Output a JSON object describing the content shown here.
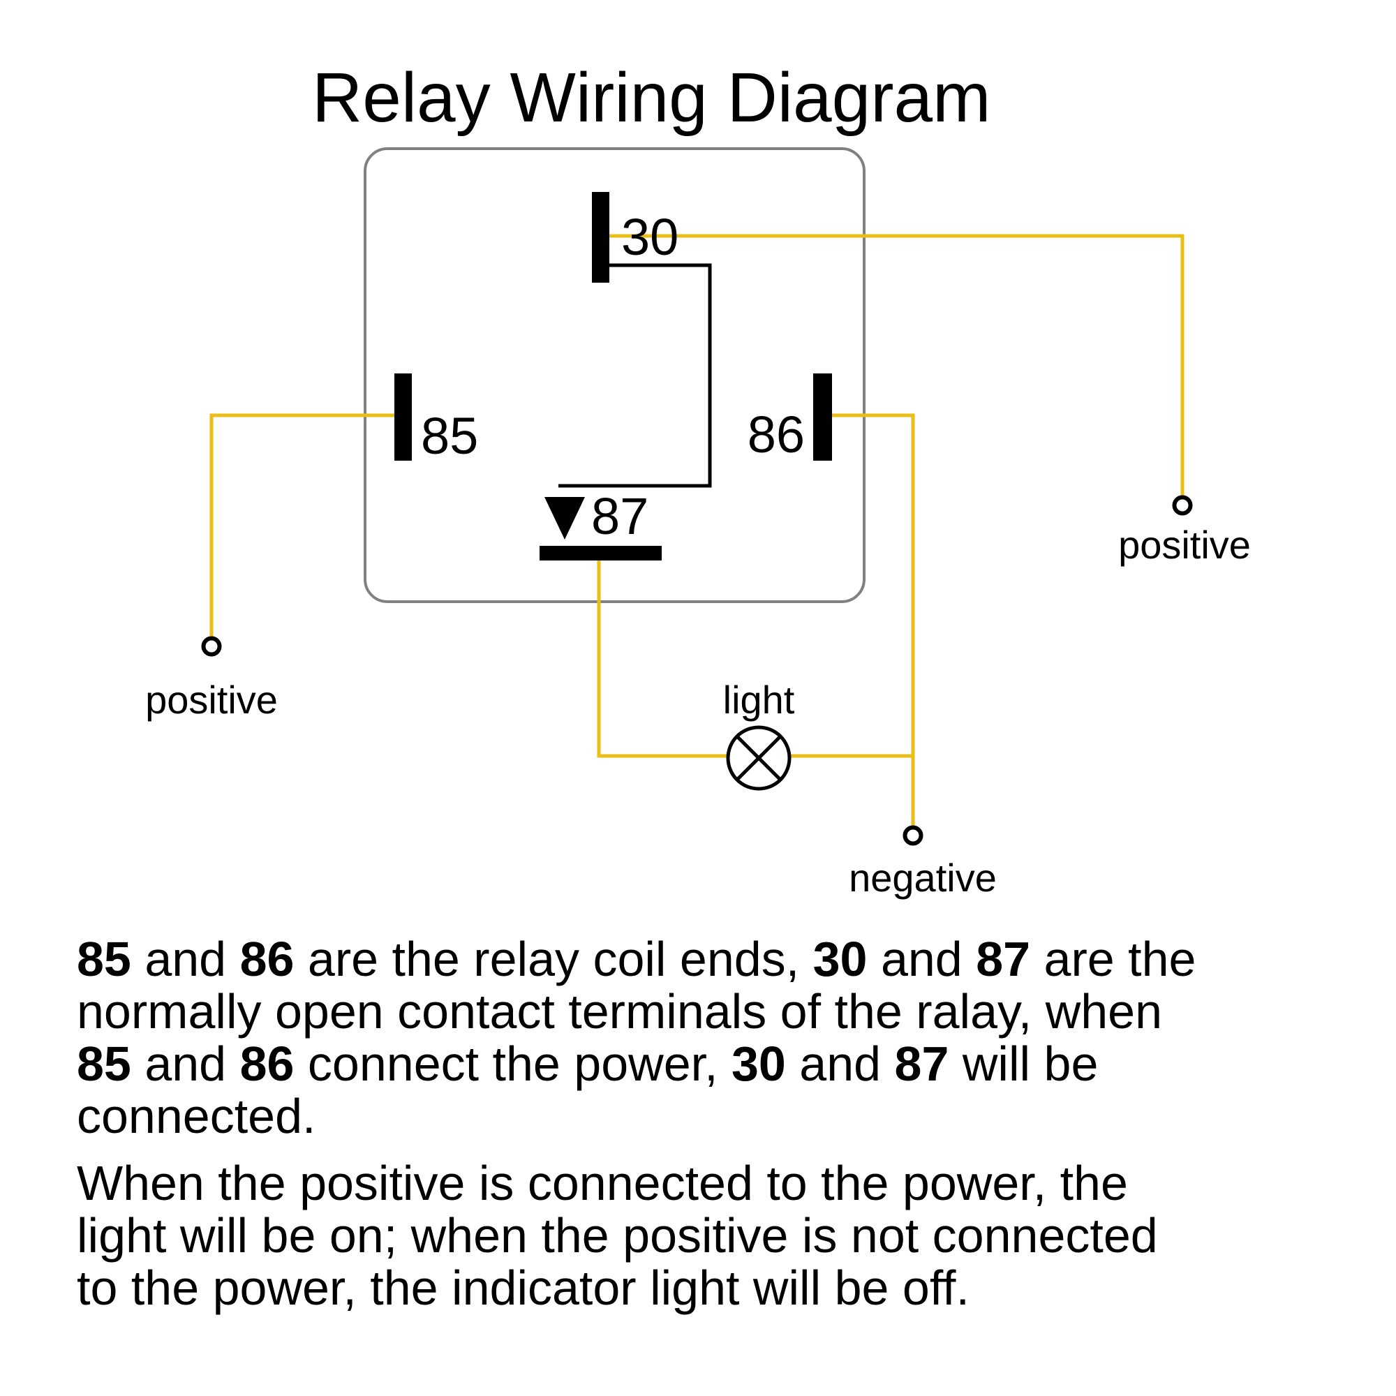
{
  "title": "Relay Wiring Diagram",
  "colors": {
    "wire": "#E9BE16",
    "relay_border": "#808080",
    "ink": "#000000",
    "background": "#FFFFFF"
  },
  "relay": {
    "terminal_labels": {
      "t30": "30",
      "t85": "85",
      "t86": "86",
      "t87": "87"
    }
  },
  "node_labels": {
    "positive_left": "positive",
    "positive_right": "positive",
    "negative": "negative",
    "light": "light"
  },
  "paragraphs": [
    {
      "lines": [
        [
          {
            "t": "85",
            "b": true
          },
          {
            "t": " and ",
            "b": false
          },
          {
            "t": "86",
            "b": true
          },
          {
            "t": " are the relay coil ends, ",
            "b": false
          },
          {
            "t": "30",
            "b": true
          },
          {
            "t": " and ",
            "b": false
          },
          {
            "t": "87",
            "b": true
          },
          {
            "t": " are the",
            "b": false
          }
        ],
        [
          {
            "t": "normally open contact terminals of the ralay, when",
            "b": false
          }
        ],
        [
          {
            "t": "85",
            "b": true
          },
          {
            "t": " and ",
            "b": false
          },
          {
            "t": "86",
            "b": true
          },
          {
            "t": " connect the power, ",
            "b": false
          },
          {
            "t": "30",
            "b": true
          },
          {
            "t": " and ",
            "b": false
          },
          {
            "t": "87",
            "b": true
          },
          {
            "t": " will be",
            "b": false
          }
        ],
        [
          {
            "t": "connected.",
            "b": false
          }
        ]
      ]
    },
    {
      "lines": [
        [
          {
            "t": "When the positive is connected to the power, the",
            "b": false
          }
        ],
        [
          {
            "t": "light will be on; when the positive is not connected",
            "b": false
          }
        ],
        [
          {
            "t": "to the power, the indicator light will be off.",
            "b": false
          }
        ]
      ]
    }
  ]
}
